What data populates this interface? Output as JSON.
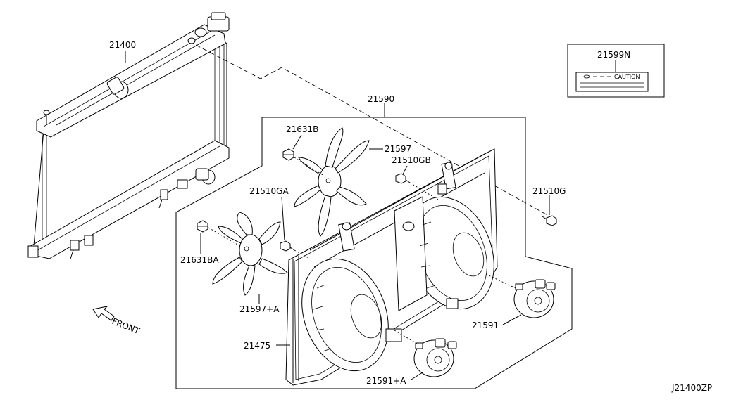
{
  "diagram_id": "J21400ZP",
  "parts": {
    "radiator": "21400",
    "caution_label": "21599N",
    "caution_text": "CAUTION",
    "shroud_assembly": "21590",
    "nut_upper": "21631B",
    "fan_upper": "21597",
    "bolt_gb": "21510GB",
    "bolt_g": "21510G",
    "bolt_ga": "21510GA",
    "nut_lower": "21631BA",
    "fan_lower": "21597+A",
    "shroud": "21475",
    "motor_right": "21591",
    "motor_left": "21591+A"
  },
  "front_indicator": "FRONT"
}
